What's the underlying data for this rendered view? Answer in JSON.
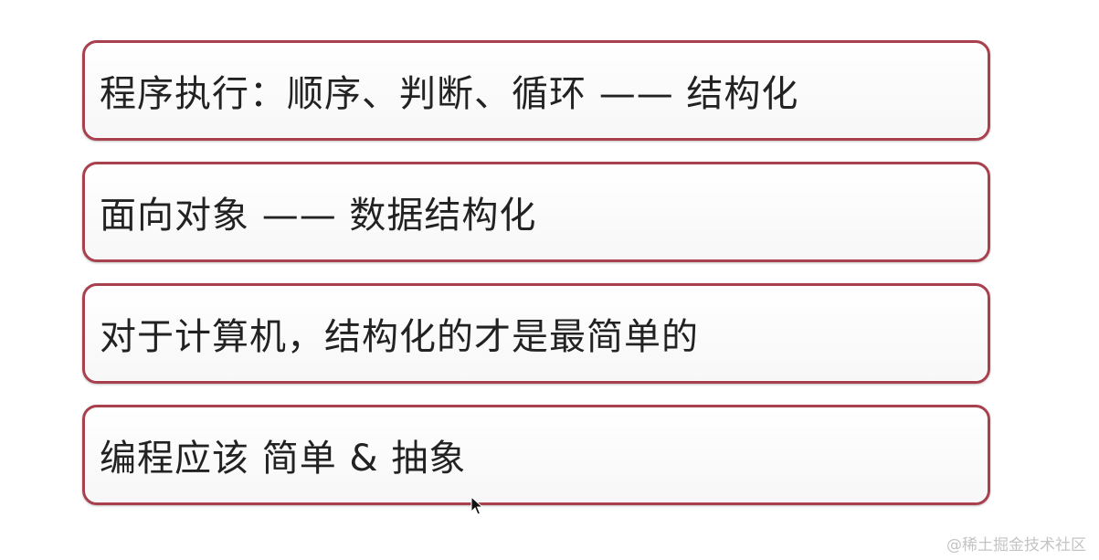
{
  "boxes": [
    {
      "text": "程序执行：顺序、判断、循环 —— 结构化"
    },
    {
      "text": "面向对象 —— 数据结构化"
    },
    {
      "text": "对于计算机，结构化的才是最简单的"
    },
    {
      "text": "编程应该 简单 & 抽象"
    }
  ],
  "watermark": "@稀土掘金技术社区",
  "colors": {
    "border": "#a8404e",
    "text": "#222222"
  },
  "icons": {
    "cursor": "mouse-pointer-icon"
  }
}
